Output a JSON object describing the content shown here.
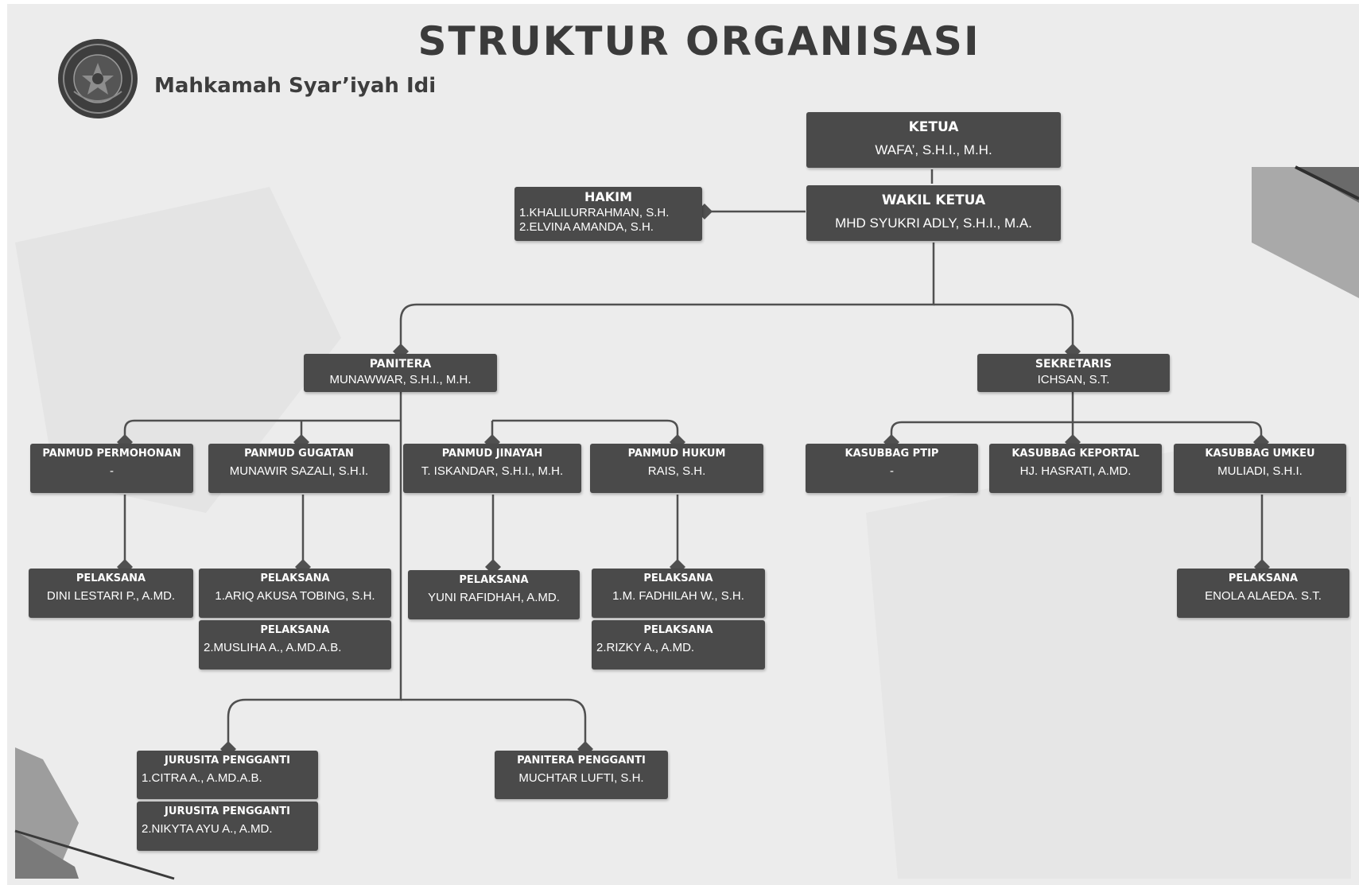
{
  "header": {
    "title": "STRUKTUR ORGANISASI",
    "subtitle": "Mahkamah Syar’iyah Idi"
  },
  "logo": {
    "icon": "court-seal-logo"
  },
  "colors": {
    "background": "#ececec",
    "box": "#4a4a4a",
    "box_text": "#ffffff",
    "line": "#505050"
  },
  "org": {
    "ketua": {
      "role": "KETUA",
      "name": "WAFA’, S.H.I., M.H."
    },
    "wakil_ketua": {
      "role": "WAKIL KETUA",
      "name": "MHD SYUKRI ADLY, S.H.I., M.A."
    },
    "hakim": {
      "role": "HAKIM",
      "names": [
        "1.KHALILURRAHMAN, S.H.",
        "2.ELVINA AMANDA, S.H."
      ]
    },
    "panitera": {
      "role": "PANITERA",
      "name": "MUNAWWAR, S.H.I., M.H."
    },
    "sekretaris": {
      "role": "SEKRETARIS",
      "name": "ICHSAN, S.T."
    },
    "panmud_permohonan": {
      "role": "PANMUD PERMOHONAN",
      "name": "-"
    },
    "panmud_gugatan": {
      "role": "PANMUD GUGATAN",
      "name": "MUNAWIR SAZALI, S.H.I."
    },
    "panmud_jinayah": {
      "role": "PANMUD JINAYAH",
      "name": "T. ISKANDAR, S.H.I., M.H."
    },
    "panmud_hukum": {
      "role": "PANMUD HUKUM",
      "name": "RAIS, S.H."
    },
    "kasubbag_ptip": {
      "role": "KASUBBAG PTIP",
      "name": "-"
    },
    "kasubbag_keportal": {
      "role": "KASUBBAG KEPORTAL",
      "name": "HJ. HASRATI, A.MD."
    },
    "kasubbag_umkeu": {
      "role": "KASUBBAG UMKEU",
      "name": "MULIADI, S.H.I."
    },
    "pelaksana_permohonan": {
      "role": "PELAKSANA",
      "name": "DINI LESTARI P., A.MD."
    },
    "pelaksana_gugatan_1": {
      "role": "PELAKSANA",
      "name": "1.ARIQ AKUSA TOBING, S.H."
    },
    "pelaksana_gugatan_2": {
      "role": "PELAKSANA",
      "name": "2.MUSLIHA A., A.MD.A.B."
    },
    "pelaksana_jinayah": {
      "role": "PELAKSANA",
      "name": "YUNI RAFIDHAH, A.MD."
    },
    "pelaksana_hukum_1": {
      "role": "PELAKSANA",
      "name": "1.M. FADHILAH W., S.H."
    },
    "pelaksana_hukum_2": {
      "role": "PELAKSANA",
      "name": "2.RIZKY A., A.MD."
    },
    "pelaksana_umkeu": {
      "role": "PELAKSANA",
      "name": "ENOLA ALAEDA. S.T."
    },
    "jurusita_1": {
      "role": "JURUSITA PENGGANTI",
      "name": "1.CITRA A., A.MD.A.B."
    },
    "jurusita_2": {
      "role": "JURUSITA PENGGANTI",
      "name": "2.NIKYTA AYU A., A.MD."
    },
    "panitera_pengganti": {
      "role": "PANITERA PENGGANTI",
      "name": "MUCHTAR LUFTI, S.H."
    }
  }
}
